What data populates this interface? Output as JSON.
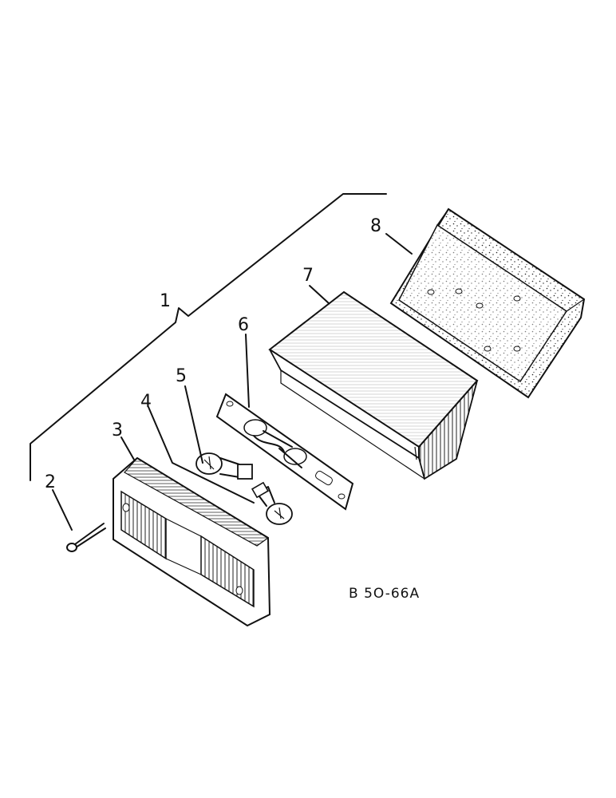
{
  "callouts": {
    "c1": "1",
    "c2": "2",
    "c3": "3",
    "c4": "4",
    "c5": "5",
    "c6": "6",
    "c7": "7",
    "c8": "8"
  },
  "reference_code": "B 5O-66A",
  "parts": [
    {
      "number": "2",
      "icon": "screw-icon"
    },
    {
      "number": "3",
      "icon": "lamp-lens-icon"
    },
    {
      "number": "4",
      "icon": "bulb-icon"
    },
    {
      "number": "5",
      "icon": "bulb-icon"
    },
    {
      "number": "6",
      "icon": "bulb-holder-plate-icon"
    },
    {
      "number": "7",
      "icon": "lamp-housing-icon"
    },
    {
      "number": "8",
      "icon": "mounting-bracket-icon"
    }
  ]
}
